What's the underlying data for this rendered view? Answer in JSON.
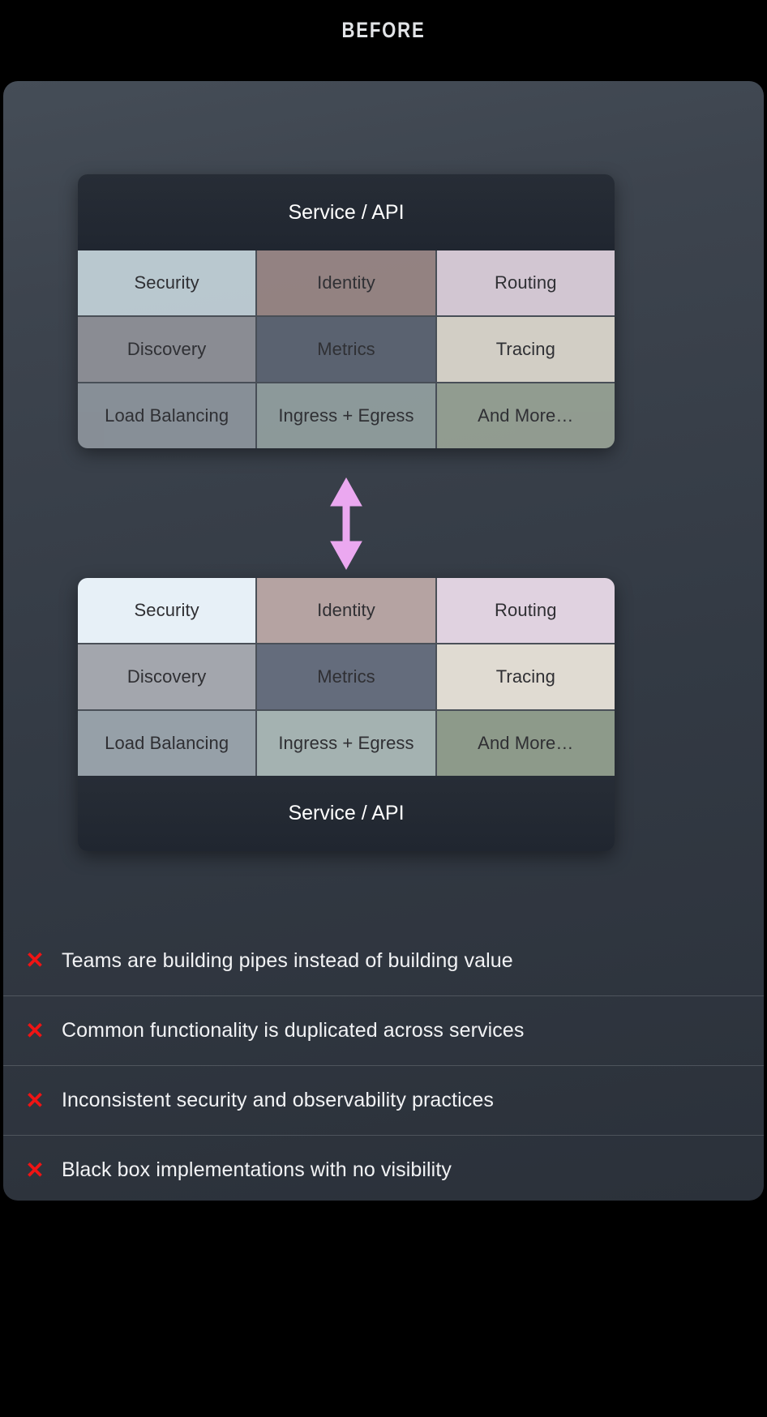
{
  "title": "BEFORE",
  "colors": {
    "page_background": "#000000",
    "panel_background": "#3a414b",
    "card_band_background": "#242a33",
    "accent_arrow": "#eba8f0",
    "x_icon": "#f01414",
    "text_light": "#f2f3f5"
  },
  "cards": [
    {
      "id": "card-top",
      "band_position": "top",
      "band_label": "Service / API",
      "cells": [
        {
          "label": "Security",
          "color": "#c3d2d9"
        },
        {
          "label": "Identity",
          "color": "#9a8786"
        },
        {
          "label": "Routing",
          "color": "#ded0dd"
        },
        {
          "label": "Discovery",
          "color": "#909299"
        },
        {
          "label": "Metrics",
          "color": "#5d6573"
        },
        {
          "label": "Tracing",
          "color": "#ded9cf"
        },
        {
          "label": "Load Balancing",
          "color": "#8d959d"
        },
        {
          "label": "Ingress + Egress",
          "color": "#93a0a0"
        },
        {
          "label": "And More…",
          "color": "#98a396"
        }
      ]
    },
    {
      "id": "card-bottom",
      "band_position": "bottom",
      "band_label": "Service / API",
      "cells": [
        {
          "label": "Security",
          "color": "#e7f0f7"
        },
        {
          "label": "Identity",
          "color": "#b5a3a2"
        },
        {
          "label": "Routing",
          "color": "#e0d2e0"
        },
        {
          "label": "Discovery",
          "color": "#a3a6ad"
        },
        {
          "label": "Metrics",
          "color": "#646c7c"
        },
        {
          "label": "Tracing",
          "color": "#e0dbd2"
        },
        {
          "label": "Load Balancing",
          "color": "#96a0a8"
        },
        {
          "label": "Ingress + Egress",
          "color": "#a4b2b1"
        },
        {
          "label": "And More…",
          "color": "#8d9a8a"
        }
      ]
    }
  ],
  "arrow": {
    "name": "bidirectional-arrow",
    "direction": "up-down",
    "color": "#eba8f0"
  },
  "bullets": [
    {
      "icon": "x-mark-icon",
      "text": "Teams are building pipes instead of building value"
    },
    {
      "icon": "x-mark-icon",
      "text": "Common functionality is duplicated across services"
    },
    {
      "icon": "x-mark-icon",
      "text": "Inconsistent security and observability practices"
    },
    {
      "icon": "x-mark-icon",
      "text": "Black box implementations with no visibility"
    }
  ]
}
